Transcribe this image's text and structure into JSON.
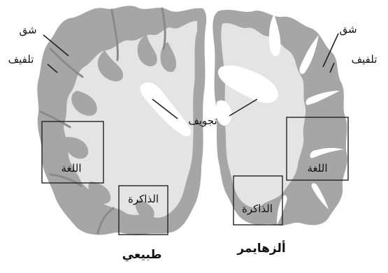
{
  "labels": {
    "sulcus_left": "شق",
    "gyrus_left": "تلفيف",
    "sulcus_right": "شق",
    "gyrus_right": "تلفيف",
    "ventricle": "تجويف",
    "language_left": "اللغة",
    "memory_left": "الذاكرة",
    "language_right": "اللغة",
    "memory_right": "الذاكرة"
  },
  "captions": {
    "normal": "طبيعي",
    "alzheimers": "ألزهايمر"
  },
  "colors": {
    "gray_matter": "#a6a6a6",
    "white_matter": "#e4e4e4",
    "sulcus_dark": "#8a8a8a",
    "ventricle": "#ffffff",
    "background": "#ffffff"
  }
}
